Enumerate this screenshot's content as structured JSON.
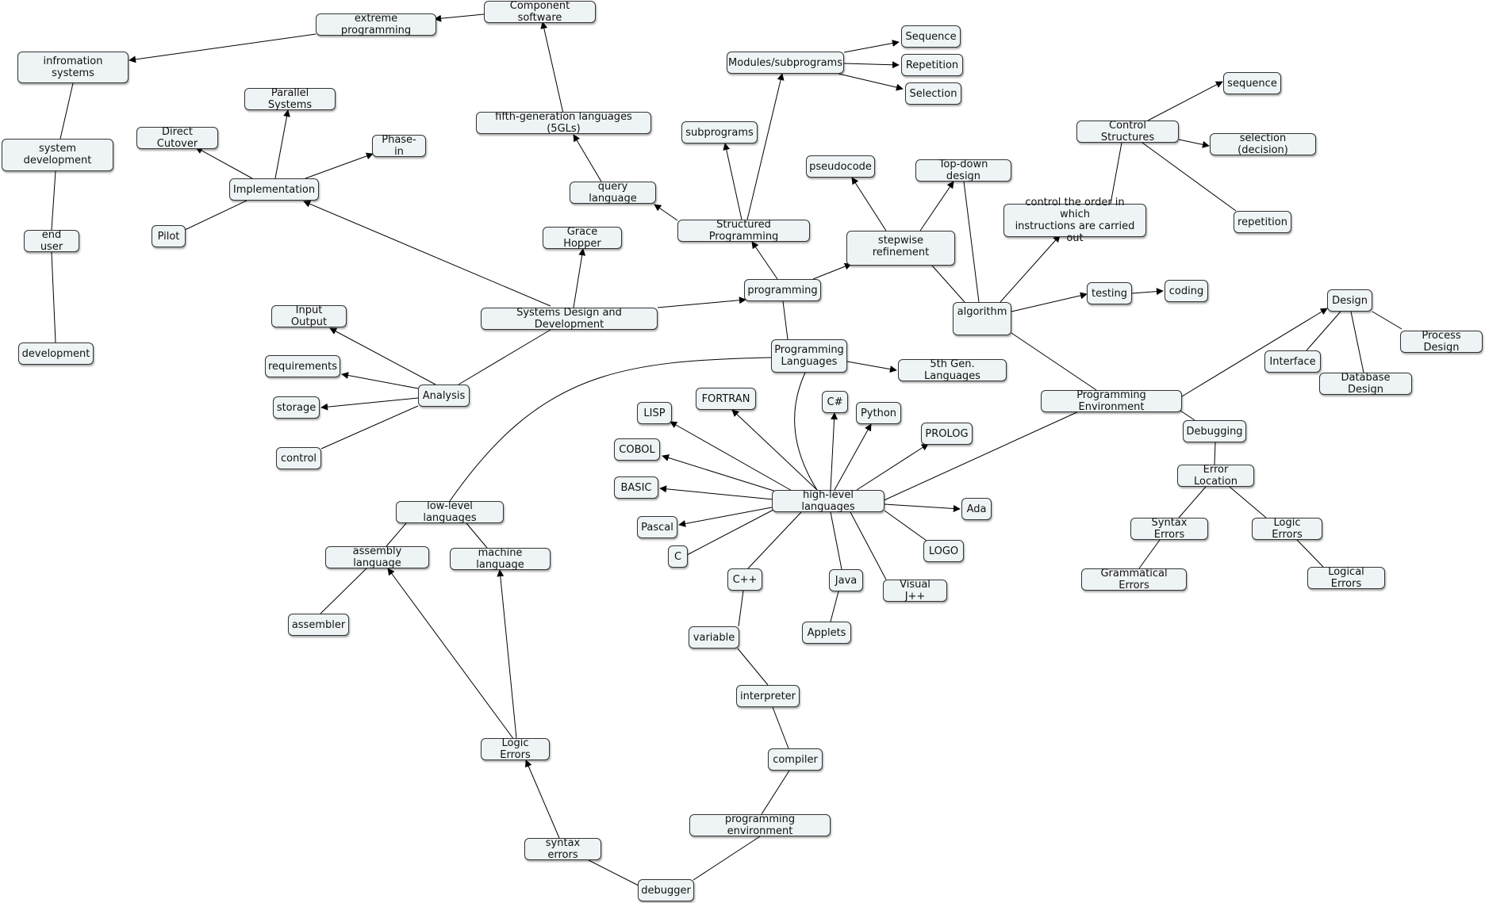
{
  "nodes": {
    "component_software": "Component software",
    "extreme_programming": "extreme programming",
    "infromation_systems": "infromation systems",
    "system_development": "system development",
    "end_user": "end user",
    "development": "development",
    "parallel_systems": "Parallel Systems",
    "direct_cutover": "Direct Cutover",
    "phase_in": "Phase-in",
    "implementation": "Implementation",
    "pilot": "Pilot",
    "fifth_gen": "fifth-generation languages (5GLs)",
    "query_language": "query language",
    "grace_hopper": "Grace Hopper",
    "modules": "Modules/subprograms",
    "sequence_cap": "Sequence",
    "repetition_cap": "Repetition",
    "selection_cap": "Selection",
    "subprograms": "subprograms",
    "structured_programming": "Structured Programming",
    "pseudocode": "pseudocode",
    "top_down": "Top-down design",
    "stepwise": "stepwise refinement",
    "programming": "programming",
    "control_structures": "Control Structures",
    "sequence_low": "sequence",
    "selection_decision": "selection (decision)",
    "repetition_low": "repetition",
    "control_order": "control the order in which\ninstructions are carried out",
    "algorithm": "algorithm",
    "testing": "testing",
    "coding": "coding",
    "systems_design": "Systems Design and Development",
    "input_output": "Input Output",
    "requirements": "requirements",
    "analysis": "Analysis",
    "storage": "storage",
    "control": "control",
    "programming_languages": "Programming\nLanguages",
    "fifth_gen_languages": "5th Gen. Languages",
    "design": "Design",
    "process_design": "Process Design",
    "interface": "Interface",
    "database_design": "Database Design",
    "programming_environment_cap": "Programming Environment",
    "debugging": "Debugging",
    "error_location": "Error Location",
    "syntax_errors_cap": "Syntax Errors",
    "logic_errors_right": "Logic Errors",
    "grammatical_errors": "Grammatical Errors",
    "logical_errors": "Logical Errors",
    "fortran": "FORTRAN",
    "lisp": "LISP",
    "csharp": "C#",
    "python": "Python",
    "prolog": "PROLOG",
    "cobol": "COBOL",
    "basic": "BASIC",
    "high_level": "high-level languages",
    "ada": "Ada",
    "pascal": "Pascal",
    "c": "C",
    "logo": "LOGO",
    "low_level": "low-level languages",
    "assembly_language": "assembly language",
    "machine_language": "machine language",
    "cpp": "C++",
    "java": "Java",
    "visual_jpp": "Visual J++",
    "assembler": "assembler",
    "applets": "Applets",
    "variable": "variable",
    "interpreter": "interpreter",
    "logic_errors_bottom": "Logic Errors",
    "compiler": "compiler",
    "programming_environment_low": "programming environment",
    "syntax_errors_low": "syntax errors",
    "debugger": "debugger"
  }
}
